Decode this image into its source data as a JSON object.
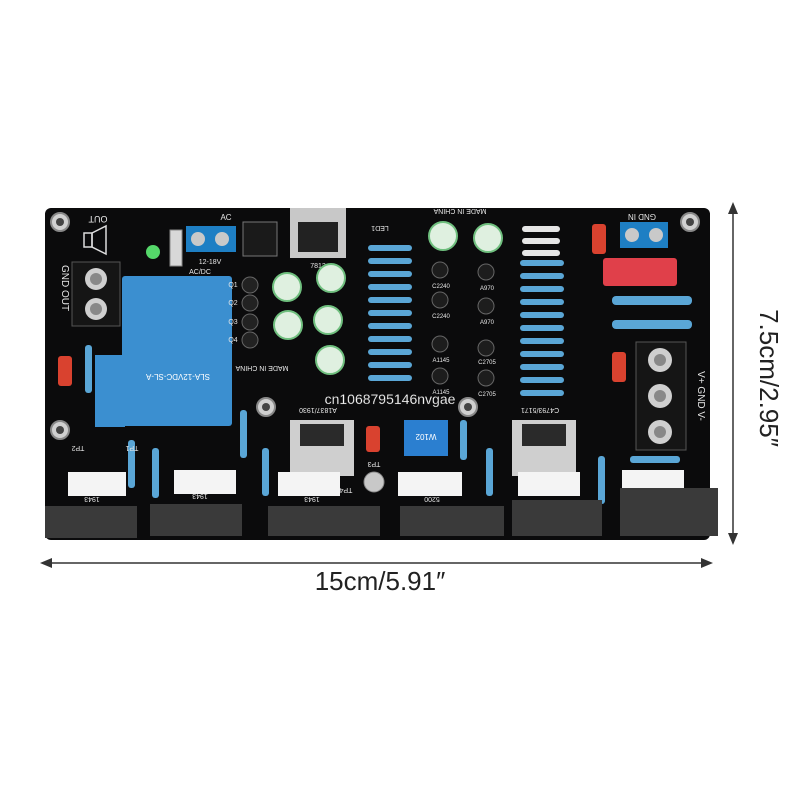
{
  "dimensions": {
    "width_label": "15cm/5.91″",
    "height_label": "7.5cm/2.95″"
  },
  "watermark": "cn1068795146nvgae",
  "board_labels": {
    "out": "OUT",
    "gnd_out": "GND OUT",
    "ac": "AC",
    "ac_voltage": "12-18V",
    "acdc": "AC/DC",
    "made_in_china_top": "MADE IN CHINA",
    "made_in_china_mid": "MADE IN CHINA",
    "gnd_in": "GND IN",
    "v_terminals": "V+ GND V-",
    "relay_model": "SLA-12VDC-SL-A",
    "regulator": "7812",
    "led": "LED1",
    "tp1": "TP1",
    "tp2": "TP2",
    "tp3": "TP3",
    "tp4": "TP4",
    "a1837": "A1837/1930",
    "c4793": "C4793/5171",
    "pot": "W102",
    "q1": "Q1",
    "q2": "Q2",
    "q3": "Q3",
    "q4": "Q4",
    "tr_1943_a": "1943",
    "tr_1943_b": "1943",
    "tr_1943_c": "1943",
    "tr_5200": "5200",
    "a970_1": "A970",
    "a970_2": "A970",
    "c2240_1": "C2240",
    "c2240_2": "C2240",
    "a1145_1": "A1145",
    "a1145_2": "A1145",
    "c2705_1": "C2705",
    "c2705_2": "C2705"
  },
  "colors": {
    "board": "#0b0b0c",
    "relay": "#3b8fd0",
    "terminal": "#1e7fc4",
    "heatsink": "#d8d8d8",
    "resistor": "#5aa6d6",
    "red_cap": "#e0404a"
  }
}
